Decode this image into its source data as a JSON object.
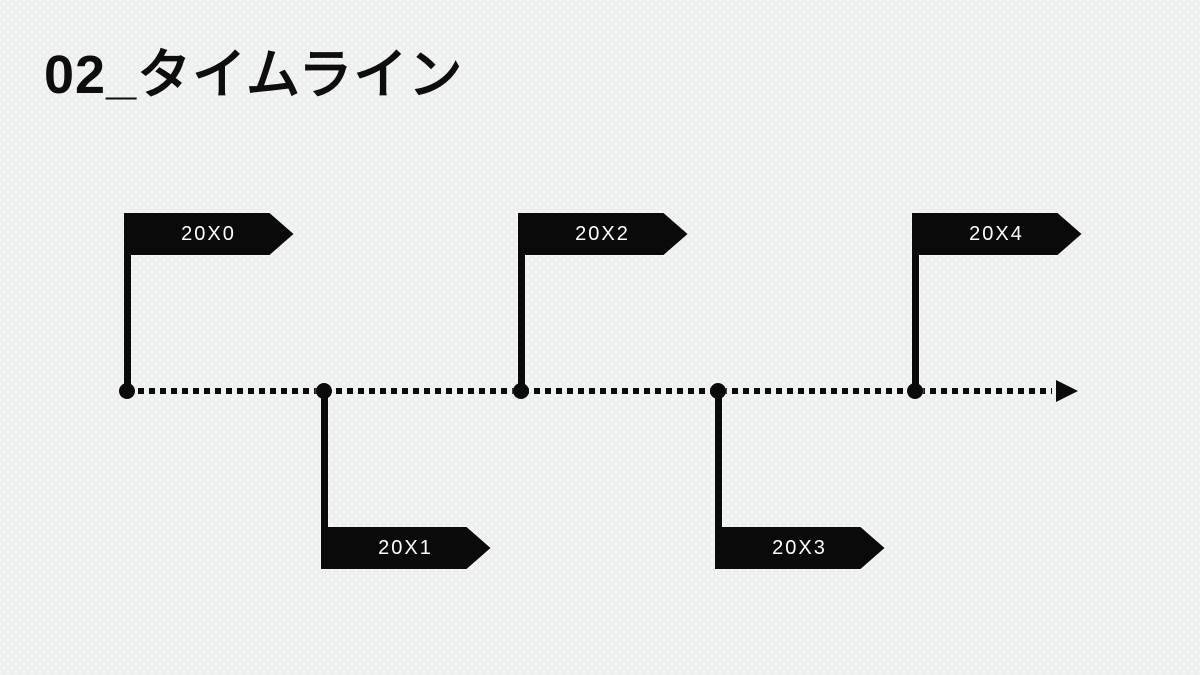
{
  "slide": {
    "title": "02_タイムライン"
  },
  "timeline": {
    "direction": "left-to-right",
    "events": [
      {
        "label": "20X0",
        "side": "above"
      },
      {
        "label": "20X1",
        "side": "below"
      },
      {
        "label": "20X2",
        "side": "above"
      },
      {
        "label": "20X3",
        "side": "below"
      },
      {
        "label": "20X4",
        "side": "above"
      }
    ],
    "icons": {
      "node": "filled-circle-dot",
      "line": "dotted-dashed-line",
      "end": "arrow-right-triangle",
      "marker": "flag-banner-pentagon"
    },
    "colors": {
      "background": "#eeefef",
      "background_dots": "#f8f9f9",
      "flag_fill": "#0a0a0a",
      "flag_text": "#ffffff",
      "line": "#0a0a0a",
      "title_text": "#0d0d0d"
    }
  }
}
